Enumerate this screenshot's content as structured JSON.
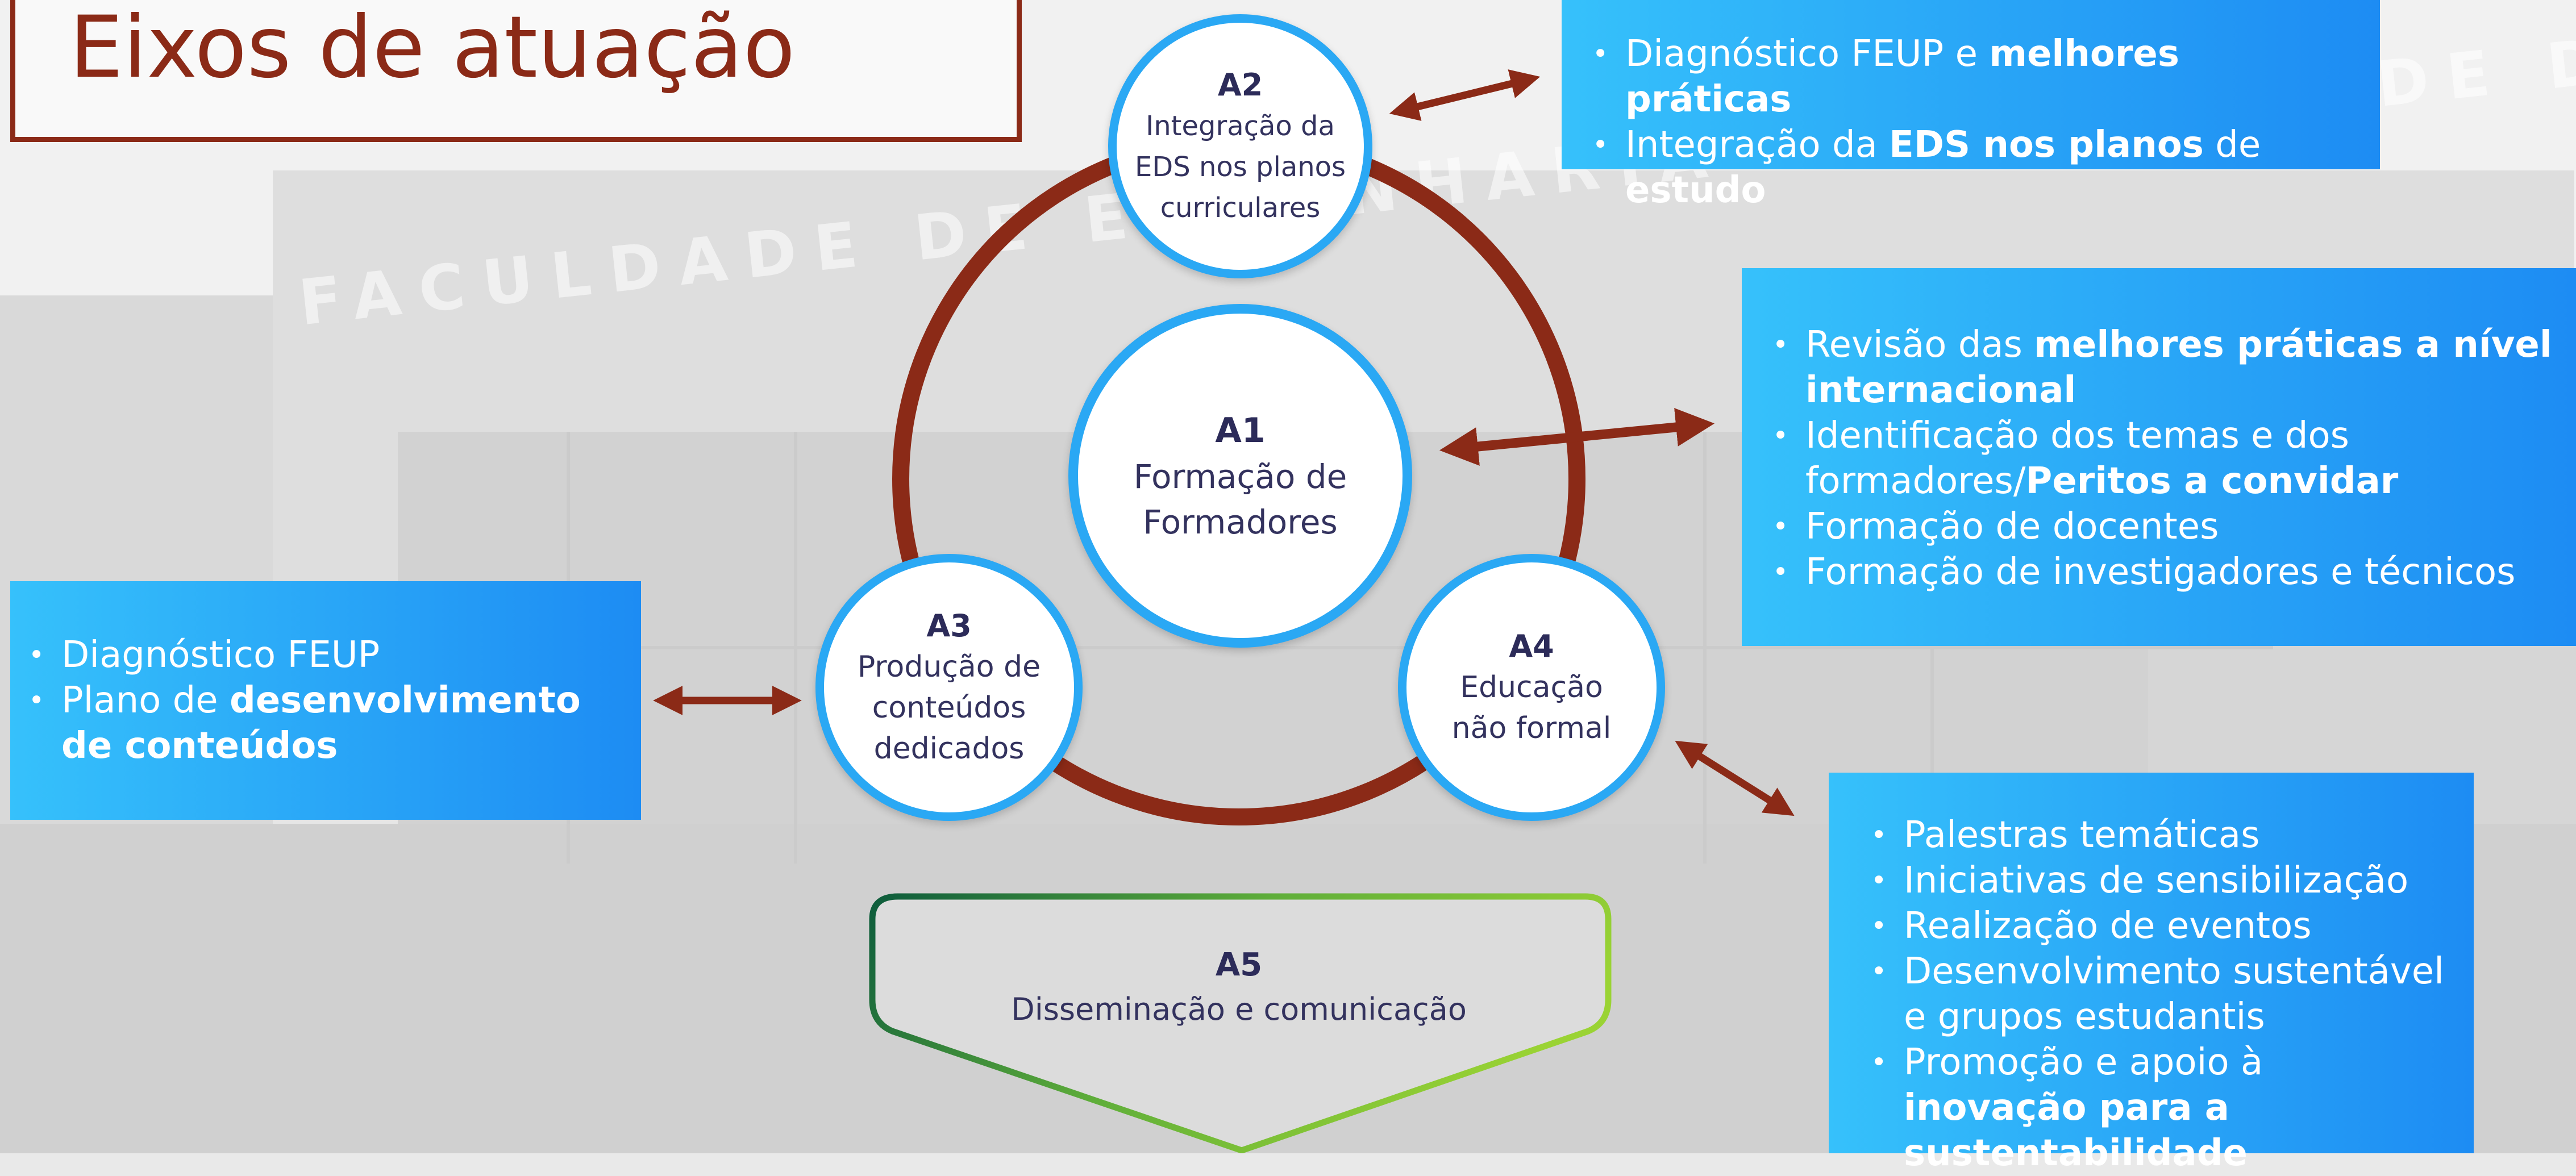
{
  "title": "Eixos de atuação",
  "nodes": {
    "a1": {
      "code": "A1",
      "label": "Formação de Formadores"
    },
    "a2": {
      "code": "A2",
      "label": "Integração da EDS nos planos curriculares"
    },
    "a3": {
      "code": "A3",
      "label": "Produção de conteúdos dedicados"
    },
    "a4": {
      "code": "A4",
      "label": "Educação não formal"
    },
    "a5": {
      "code": "A5",
      "label": "Disseminação e comunicação"
    }
  },
  "boxes": {
    "a2": [
      [
        {
          "t": "Diagnóstico FEUP e "
        },
        {
          "t": "melhores práticas",
          "b": true
        }
      ],
      [
        {
          "t": "Integração da "
        },
        {
          "t": "EDS nos planos",
          "b": true
        },
        {
          "t": " de "
        },
        {
          "t": "estudo",
          "b": true
        }
      ]
    ],
    "a1": [
      [
        {
          "t": "Revisão das "
        },
        {
          "t": "melhores práticas a nível internacional",
          "b": true
        }
      ],
      [
        {
          "t": "Identificação dos temas e dos formadores/"
        },
        {
          "t": "Peritos a convidar",
          "b": true
        }
      ],
      [
        {
          "t": "Formação de docentes"
        }
      ],
      [
        {
          "t": "Formação de investigadores e técnicos"
        }
      ]
    ],
    "a3": [
      [
        {
          "t": "Diagnóstico FEUP"
        }
      ],
      [
        {
          "t": "Plano de "
        },
        {
          "t": "desenvolvimento de conteúdos",
          "b": true
        }
      ]
    ],
    "a4": [
      [
        {
          "t": "Palestras temáticas"
        }
      ],
      [
        {
          "t": "Iniciativas de sensibilização"
        }
      ],
      [
        {
          "t": "Realização de eventos"
        }
      ],
      [
        {
          "t": "Desenvolvimento sustentável e grupos estudantis"
        }
      ],
      [
        {
          "t": "Promoção e apoio à "
        },
        {
          "t": "inovação para a sustentabilidade",
          "b": true
        }
      ]
    ]
  },
  "background_sign": "FACULDADE DE ENGENHARIA UNIVERSIDADE DO PORTO",
  "colors": {
    "title": "#8b2a17",
    "ring": "#8b2a17",
    "node_border": "#2aa8f4",
    "box_start": "#36c1fb",
    "box_end": "#1d8cf3",
    "node_text": "#2c2b59",
    "a5_start": "#0d5c3c",
    "a5_end": "#9ad334"
  }
}
